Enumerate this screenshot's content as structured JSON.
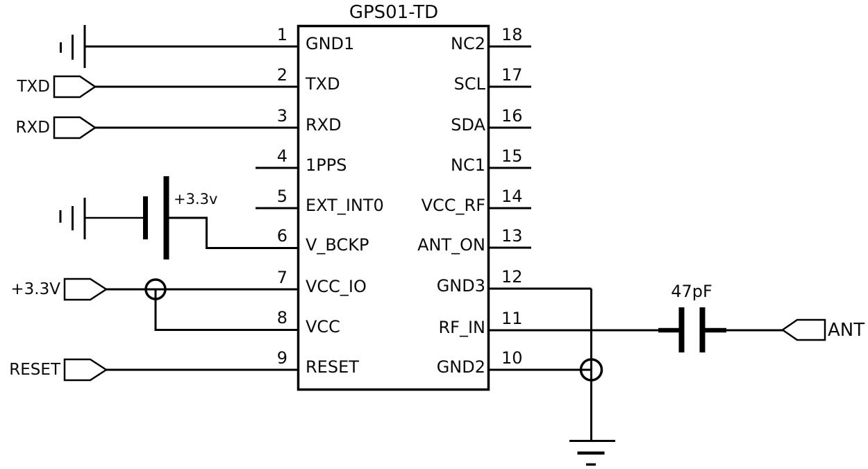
{
  "ic": {
    "title": "GPS01-TD",
    "left_pins": [
      {
        "num": "1",
        "label": "GND1"
      },
      {
        "num": "2",
        "label": "TXD"
      },
      {
        "num": "3",
        "label": "RXD"
      },
      {
        "num": "4",
        "label": "1PPS"
      },
      {
        "num": "5",
        "label": "EXT_INT0"
      },
      {
        "num": "6",
        "label": "V_BCKP"
      },
      {
        "num": "7",
        "label": "VCC_IO"
      },
      {
        "num": "8",
        "label": "VCC"
      },
      {
        "num": "9",
        "label": "RESET"
      }
    ],
    "right_pins": [
      {
        "num": "18",
        "label": "NC2"
      },
      {
        "num": "17",
        "label": "SCL"
      },
      {
        "num": "16",
        "label": "SDA"
      },
      {
        "num": "15",
        "label": "NC1"
      },
      {
        "num": "14",
        "label": "VCC_RF"
      },
      {
        "num": "13",
        "label": "ANT_ON"
      },
      {
        "num": "12",
        "label": "GND3"
      },
      {
        "num": "11",
        "label": "RF_IN"
      },
      {
        "num": "10",
        "label": "GND2"
      }
    ]
  },
  "ports": {
    "txd": "TXD",
    "rxd": "RXD",
    "vcc": "+3.3V",
    "reset": "RESET",
    "ant": "ANT"
  },
  "components": {
    "battery_voltage": "+3.3v",
    "capacitor_value": "47pF"
  },
  "colors": {
    "line": "#000000",
    "background": "#ffffff"
  }
}
